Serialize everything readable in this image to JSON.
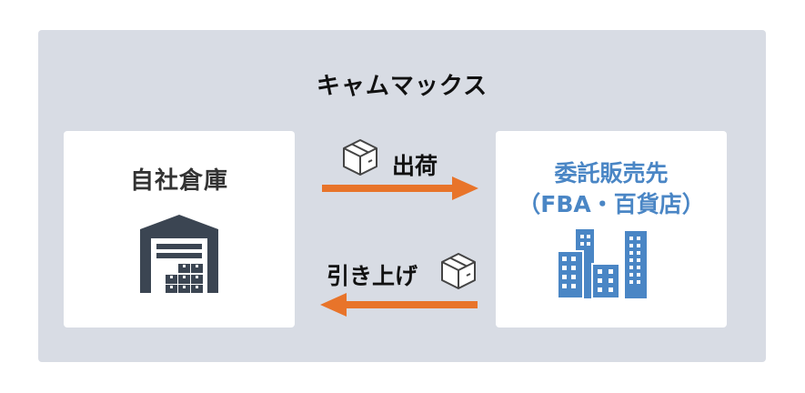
{
  "title": "キャムマックス",
  "left_card": {
    "title": "自社倉庫",
    "icon": "warehouse-icon"
  },
  "right_card": {
    "title_line1": "委託販売先",
    "title_line2": "（FBA・百貨店）",
    "icon": "buildings-icon"
  },
  "flows": [
    {
      "label": "出荷",
      "icon": "box-icon",
      "direction": "right"
    },
    {
      "label": "引き上げ",
      "icon": "box-icon",
      "direction": "left"
    }
  ],
  "colors": {
    "background_panel": "#d8dce4",
    "arrow": "#e8742a",
    "accent_blue": "#4a86c5",
    "warehouse": "#3b4552"
  }
}
